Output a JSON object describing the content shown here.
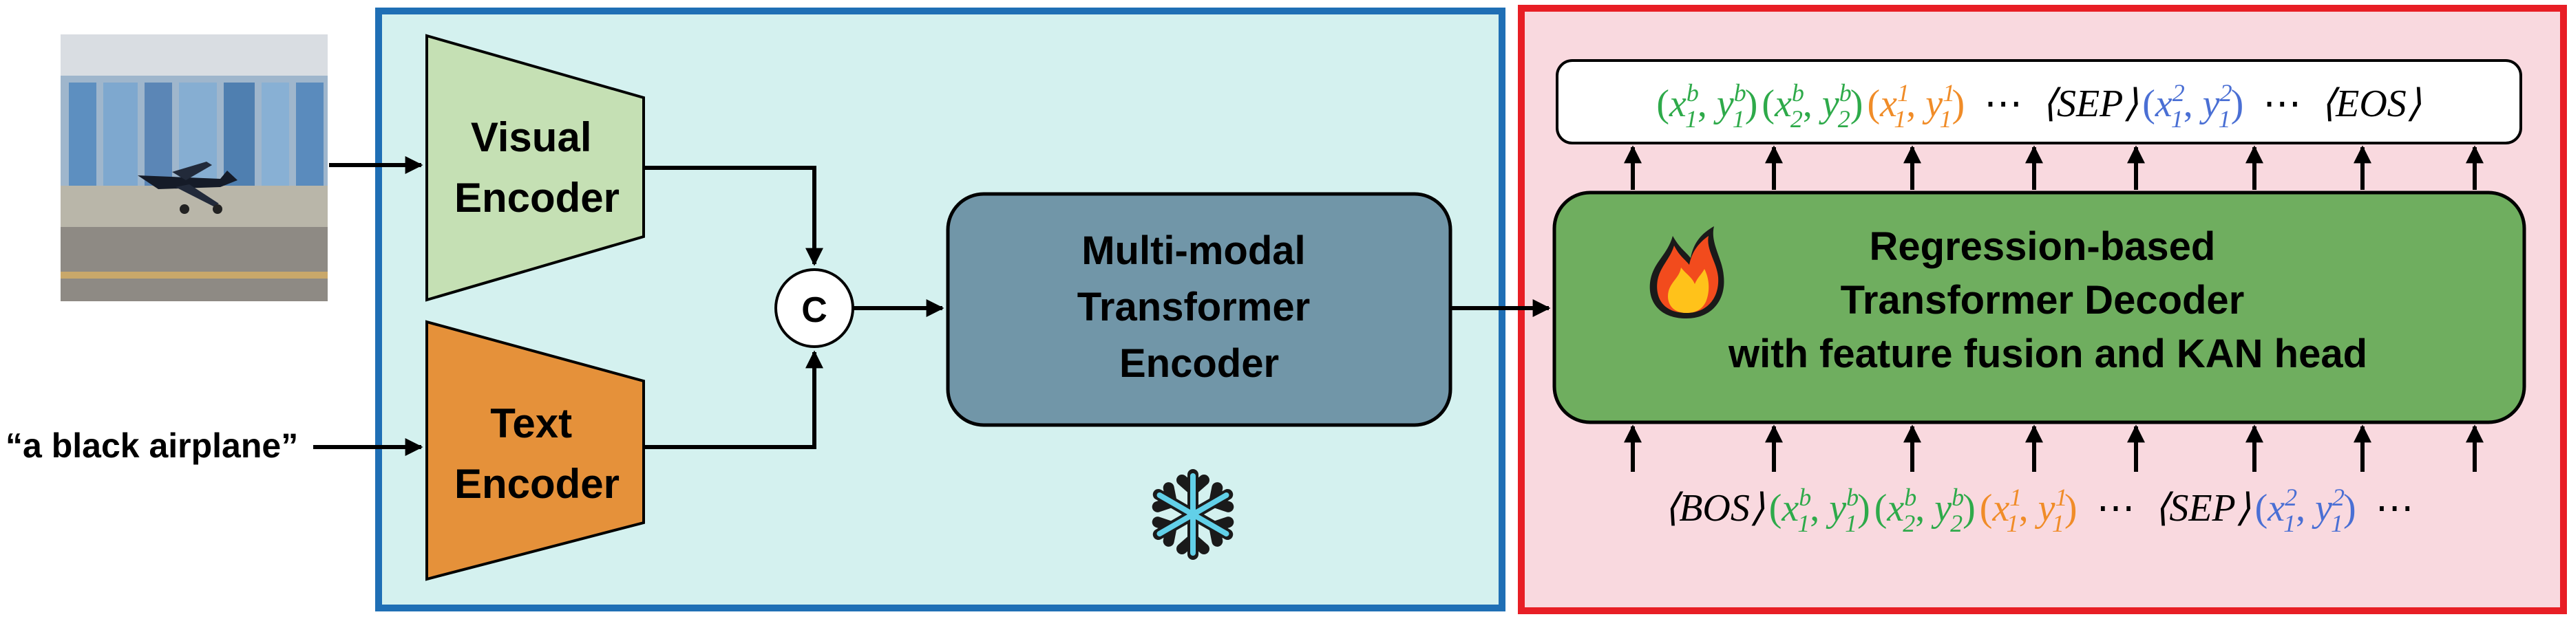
{
  "input_text": "“a black airplane”",
  "visual_encoder": [
    "Visual",
    "Encoder"
  ],
  "text_encoder": [
    "Text",
    "Encoder"
  ],
  "concat_symbol": "C",
  "mm_encoder": [
    "Multi-modal",
    "Transformer",
    "Encoder"
  ],
  "decoder": [
    "Regression-based",
    "Transformer Decoder",
    "with feature fusion and KAN head"
  ],
  "frozen_icon": "snowflake-icon",
  "trainable_icon": "fire-icon",
  "output_sequence": [
    {
      "type": "coord",
      "x": "x",
      "xsub": "1",
      "xsup": "b",
      "y": "y",
      "ysub": "1",
      "ysup": "b",
      "color": "#2eaa4a"
    },
    {
      "type": "coord",
      "x": "x",
      "xsub": "2",
      "xsup": "b",
      "y": "y",
      "ysub": "2",
      "ysup": "b",
      "color": "#2eaa4a"
    },
    {
      "type": "coord",
      "x": "x",
      "xsub": "1",
      "xsup": "1",
      "y": "y",
      "ysub": "1",
      "ysup": "1",
      "color": "#f08c28"
    },
    {
      "type": "dots",
      "text": "⋯"
    },
    {
      "type": "token",
      "text": "⟨SEP⟩"
    },
    {
      "type": "coord",
      "x": "x",
      "xsub": "1",
      "xsup": "2",
      "y": "y",
      "ysub": "1",
      "ysup": "2",
      "color": "#4a6fd4"
    },
    {
      "type": "dots",
      "text": "⋯"
    },
    {
      "type": "token",
      "text": "⟨EOS⟩"
    }
  ],
  "input_sequence": [
    {
      "type": "token",
      "text": "⟨BOS⟩"
    },
    {
      "type": "coord",
      "x": "x",
      "xsub": "1",
      "xsup": "b",
      "y": "y",
      "ysub": "1",
      "ysup": "b",
      "color": "#2eaa4a"
    },
    {
      "type": "coord",
      "x": "x",
      "xsub": "2",
      "xsup": "b",
      "y": "y",
      "ysub": "2",
      "ysup": "b",
      "color": "#2eaa4a"
    },
    {
      "type": "coord",
      "x": "x",
      "xsub": "1",
      "xsup": "1",
      "y": "y",
      "ysub": "1",
      "ysup": "1",
      "color": "#f08c28"
    },
    {
      "type": "dots",
      "text": "⋯"
    },
    {
      "type": "token",
      "text": "⟨SEP⟩"
    },
    {
      "type": "coord",
      "x": "x",
      "xsub": "1",
      "xsup": "2",
      "y": "y",
      "ysub": "1",
      "ysup": "2",
      "color": "#4a6fd4"
    },
    {
      "type": "dots",
      "text": "⋯"
    }
  ],
  "colors": {
    "frozen_panel_border": "#1f6fb5",
    "frozen_panel_fill": "#d4f1ef",
    "trainable_panel_border": "#e81e25",
    "trainable_panel_fill": "#f9d9df",
    "visual_encoder_fill": "#c5e0b4",
    "text_encoder_fill": "#e5913a",
    "mm_encoder_fill": "#7196a8",
    "decoder_fill": "#6fae5f"
  }
}
